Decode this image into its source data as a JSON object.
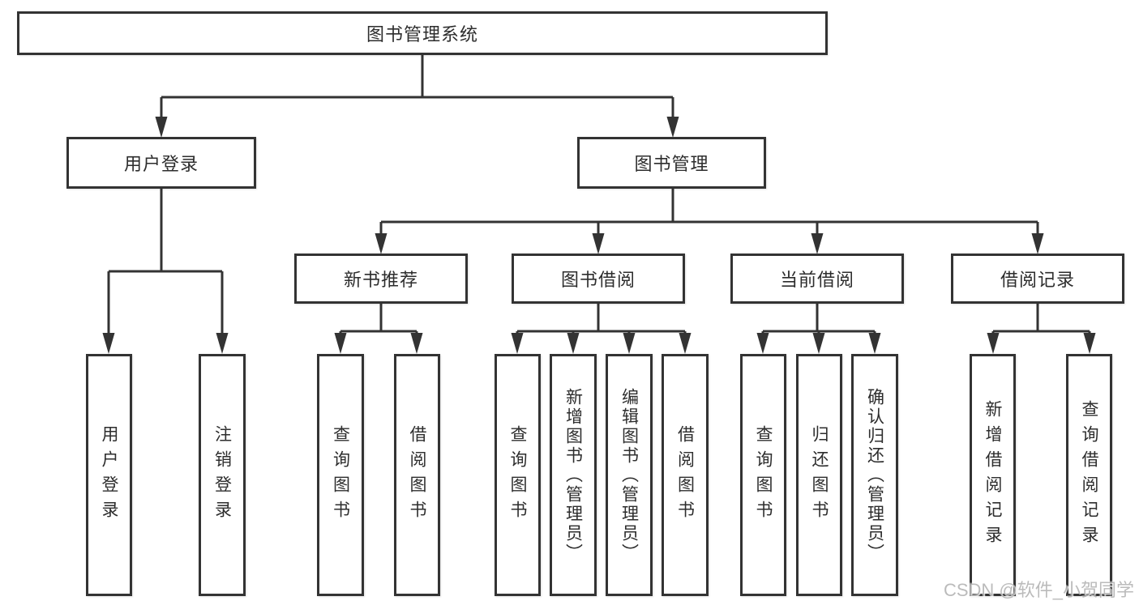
{
  "diagram": {
    "tree": {
      "root": {
        "label": "图书管理系统"
      },
      "children": [
        {
          "label": "用户登录",
          "children": [
            {
              "label": "用户登录"
            },
            {
              "label": "注销登录"
            }
          ]
        },
        {
          "label": "图书管理",
          "children": [
            {
              "label": "新书推荐",
              "children": [
                {
                  "label": "查询图书"
                },
                {
                  "label": "借阅图书"
                }
              ]
            },
            {
              "label": "图书借阅",
              "children": [
                {
                  "label": "查询图书"
                },
                {
                  "label": "新增图书（管理员）"
                },
                {
                  "label": "编辑图书（管理员）"
                },
                {
                  "label": "借阅图书"
                }
              ]
            },
            {
              "label": "当前借阅",
              "children": [
                {
                  "label": "查询图书"
                },
                {
                  "label": "归还图书"
                },
                {
                  "label": "确认归还（管理员）"
                }
              ]
            },
            {
              "label": "借阅记录",
              "children": [
                {
                  "label": "新增借阅记录"
                },
                {
                  "label": "查询借阅记录"
                }
              ]
            }
          ]
        }
      ]
    }
  },
  "watermark": {
    "text": "CSDN @软件_小贺同学"
  },
  "colors": {
    "line": "#333333",
    "box_border": "#333333",
    "text": "#2d2d2d",
    "background": "#ffffff",
    "watermark": "#afafaf"
  }
}
